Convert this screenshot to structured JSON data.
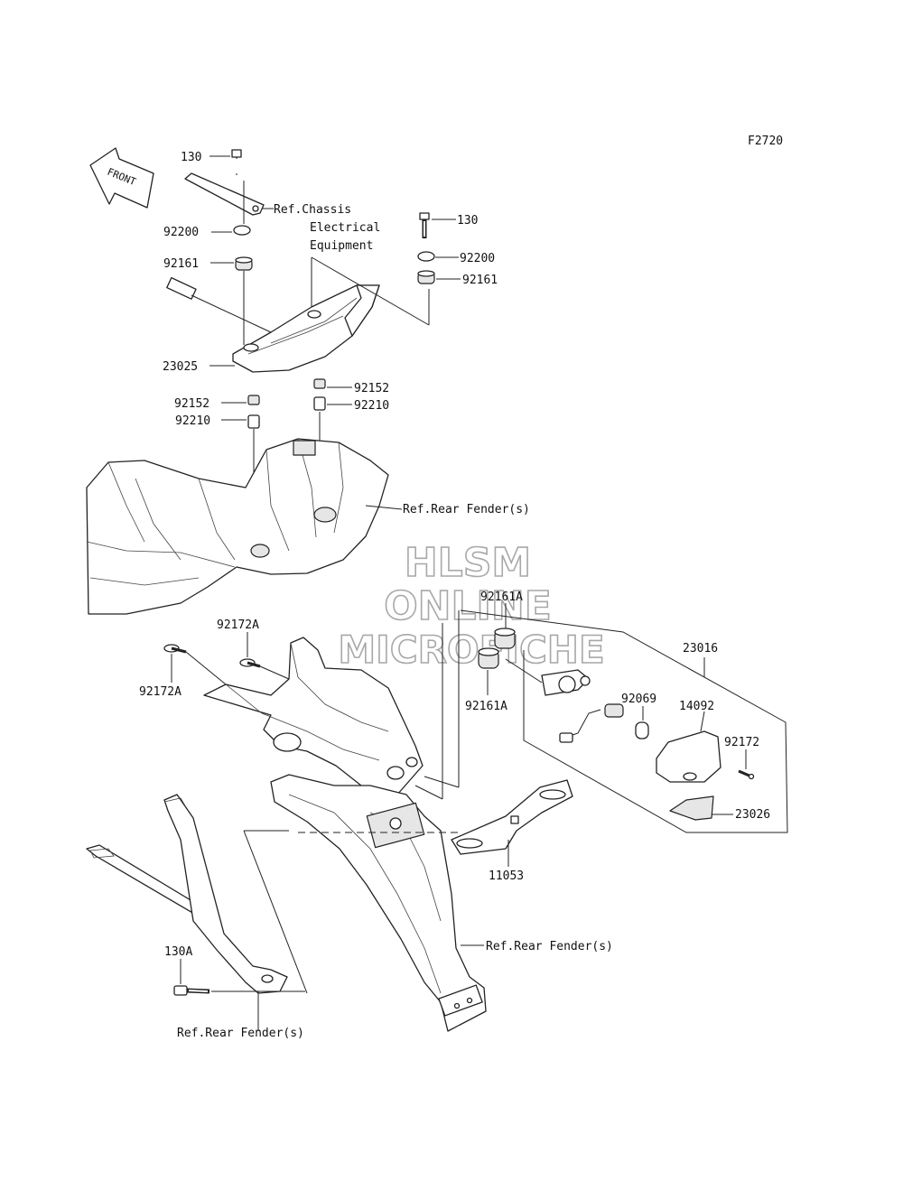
{
  "figure_code": "F2720",
  "front_arrow": "FRONT",
  "watermark": [
    "HLSM",
    "ONLINE",
    "MICROFICHE"
  ],
  "labels": {
    "p130_a": "130",
    "ref_chassis": [
      "Ref.Chassis",
      "Electrical",
      "Equipment"
    ],
    "p92200_a": "92200",
    "p92161_a": "92161",
    "p130_b": "130",
    "p92200_b": "92200",
    "p92161_b": "92161",
    "p23025": "23025",
    "p92152_a": "92152",
    "p92210_a": "92210",
    "p92152_b": "92152",
    "p92210_b": "92210",
    "ref_rear_fender_1": "Ref.Rear Fender(s)",
    "p92161A_a": "92161A",
    "p92161A_b": "92161A",
    "p92172A_a": "92172A",
    "p92172A_b": "92172A",
    "p23016": "23016",
    "p92069": "92069",
    "p14092": "14092",
    "p92172": "92172",
    "p23026": "23026",
    "p11053": "11053",
    "ref_rear_fender_2": "Ref.Rear Fender(s)",
    "p130A": "130A",
    "ref_rear_fender_3": "Ref.Rear Fender(s)"
  }
}
